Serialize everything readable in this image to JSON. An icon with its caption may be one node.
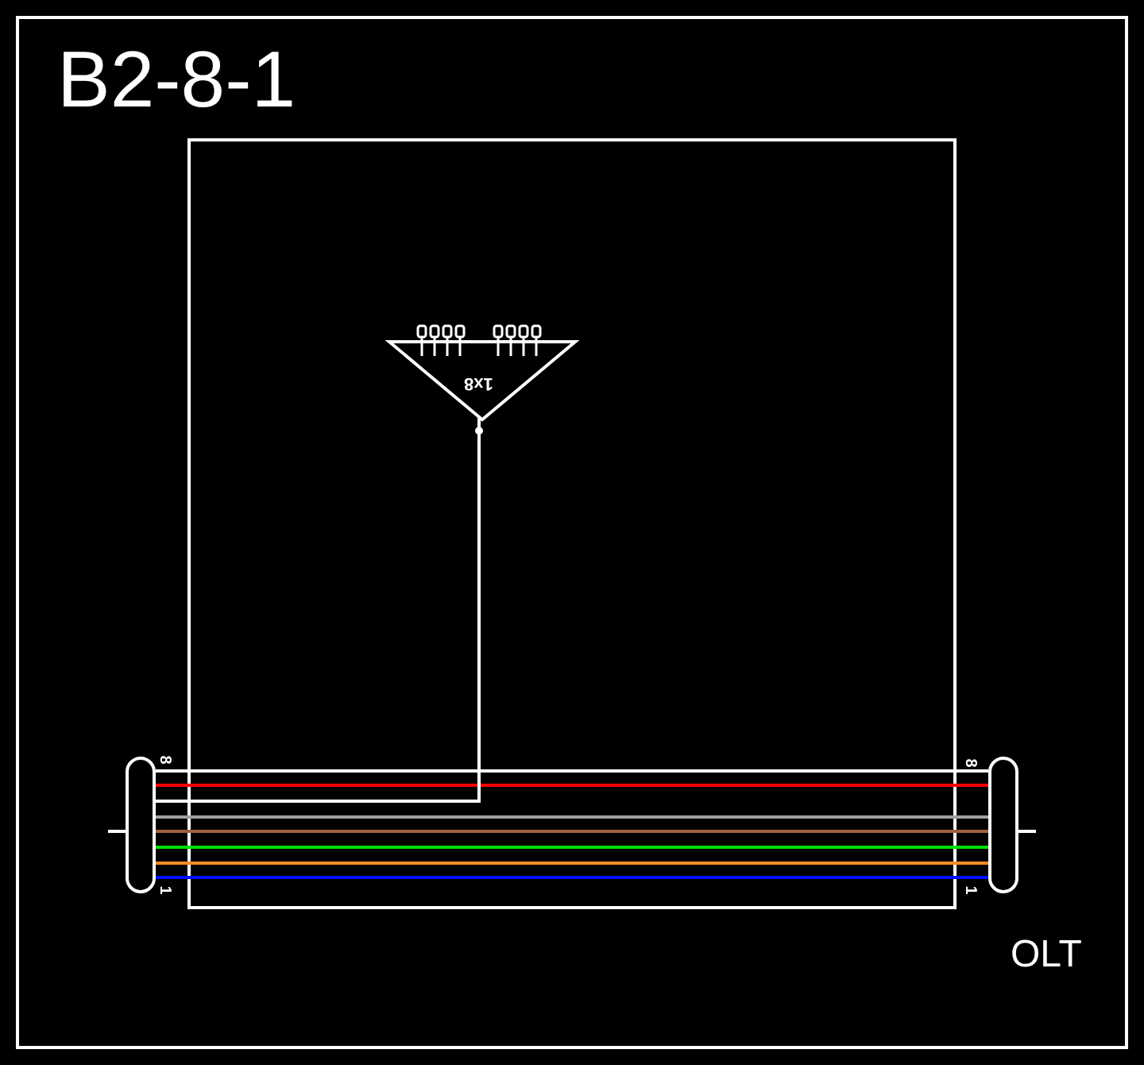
{
  "diagram": {
    "title": "B2-8-1",
    "nodes": [
      {
        "text": [],
        "shape": "box"
      },
      {
        "text": [
          "1x8"
        ],
        "in": 0
      },
      {
        "text": [],
        "shape": "capsule"
      },
      {
        "text": [],
        "shape": "capsule"
      }
    ],
    "edges": [
      {
        "from": 2,
        "to": 3,
        "arrow": "none",
        "color": "#ffffff"
      },
      {
        "from": 2,
        "to": 3,
        "arrow": "none",
        "color": "#ff0000"
      },
      {
        "from": 1,
        "to": 2,
        "arrow": "none"
      },
      {
        "from": 2,
        "to": 3,
        "arrow": "none",
        "color": "#a0a0a0"
      },
      {
        "from": 2,
        "to": 3,
        "arrow": "none",
        "color": "#a06040"
      },
      {
        "from": 2,
        "to": 3,
        "arrow": "none",
        "color": "#00e000"
      },
      {
        "from": 2,
        "to": 3,
        "arrow": "none",
        "color": "#ff8c28"
      },
      {
        "from": 2,
        "to": 3,
        "arrow": "none",
        "color": "#0010ff"
      }
    ],
    "labels": [
      "8",
      "1",
      "8",
      "1",
      "OLT"
    ]
  }
}
